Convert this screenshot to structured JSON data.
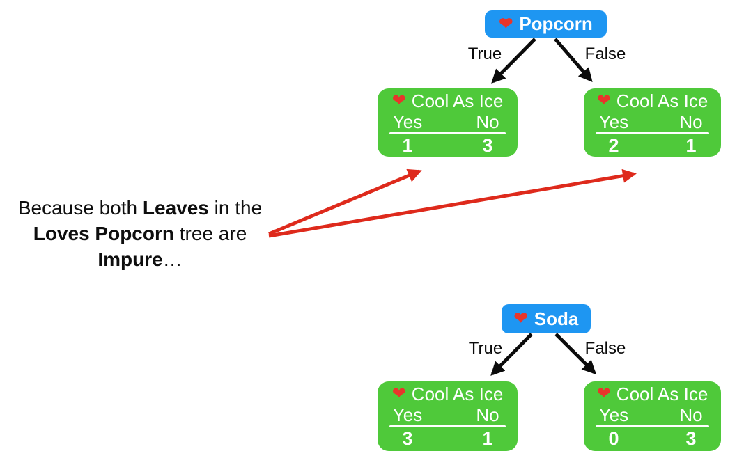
{
  "colors": {
    "node_blue": "#1e96f2",
    "leaf_green": "#4fc93a",
    "arrow_black": "#0b0b0b",
    "arrow_red": "#de2a1c",
    "heart_red": "#e8352b",
    "text_dark": "#0e0e0e"
  },
  "top_tree": {
    "root": {
      "heart": "❤",
      "label": "Popcorn"
    },
    "true_label": "True",
    "false_label": "False",
    "left_leaf": {
      "heart": "❤",
      "title": "Cool As Ice",
      "yes_label": "Yes",
      "no_label": "No",
      "yes_value": "1",
      "no_value": "3"
    },
    "right_leaf": {
      "heart": "❤",
      "title": "Cool As Ice",
      "yes_label": "Yes",
      "no_label": "No",
      "yes_value": "2",
      "no_value": "1"
    }
  },
  "bottom_tree": {
    "root": {
      "heart": "❤",
      "label": "Soda"
    },
    "true_label": "True",
    "false_label": "False",
    "left_leaf": {
      "heart": "❤",
      "title": "Cool As Ice",
      "yes_label": "Yes",
      "no_label": "No",
      "yes_value": "3",
      "no_value": "1"
    },
    "right_leaf": {
      "heart": "❤",
      "title": "Cool As Ice",
      "yes_label": "Yes",
      "no_label": "No",
      "yes_value": "0",
      "no_value": "3"
    }
  },
  "annotation": {
    "line1_pre": "Because both ",
    "line1_bold": "Leaves",
    "line1_post": " in the",
    "line2_bold": "Loves Popcorn",
    "line2_post": " tree are",
    "line3_bold": "Impure",
    "line3_post": "…"
  }
}
